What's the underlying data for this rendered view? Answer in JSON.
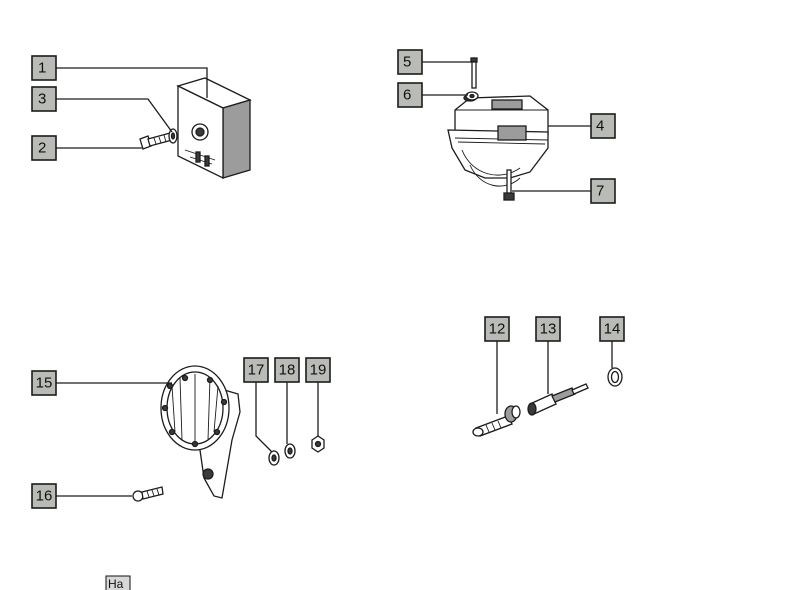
{
  "callouts": [
    "1",
    "2",
    "3",
    "4",
    "5",
    "6",
    "7",
    "12",
    "13",
    "14",
    "15",
    "16",
    "17",
    "18",
    "19"
  ],
  "corner_stamp": "Ha"
}
